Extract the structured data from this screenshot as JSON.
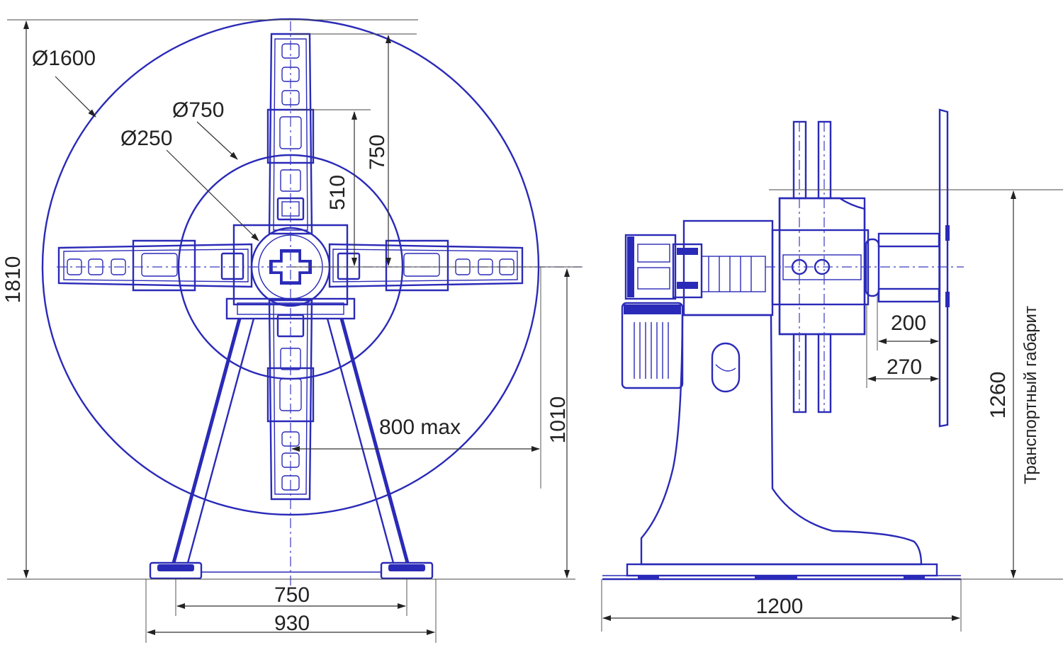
{
  "front_view": {
    "dim_d1600": "Ø1600",
    "dim_d750": "Ø750",
    "dim_d250": "Ø250",
    "dim_750_top": "750",
    "dim_510": "510",
    "dim_1810": "1810",
    "dim_800max": "800 max",
    "dim_1010": "1010",
    "dim_750_bottom": "750",
    "dim_930": "930"
  },
  "side_view": {
    "dim_200": "200",
    "dim_270": "270",
    "dim_1260": "1260",
    "transport_label": "Транспортный габарит",
    "dim_1200": "1200"
  },
  "colors": {
    "part": "#2a2ab8",
    "dimension": "#333333"
  }
}
